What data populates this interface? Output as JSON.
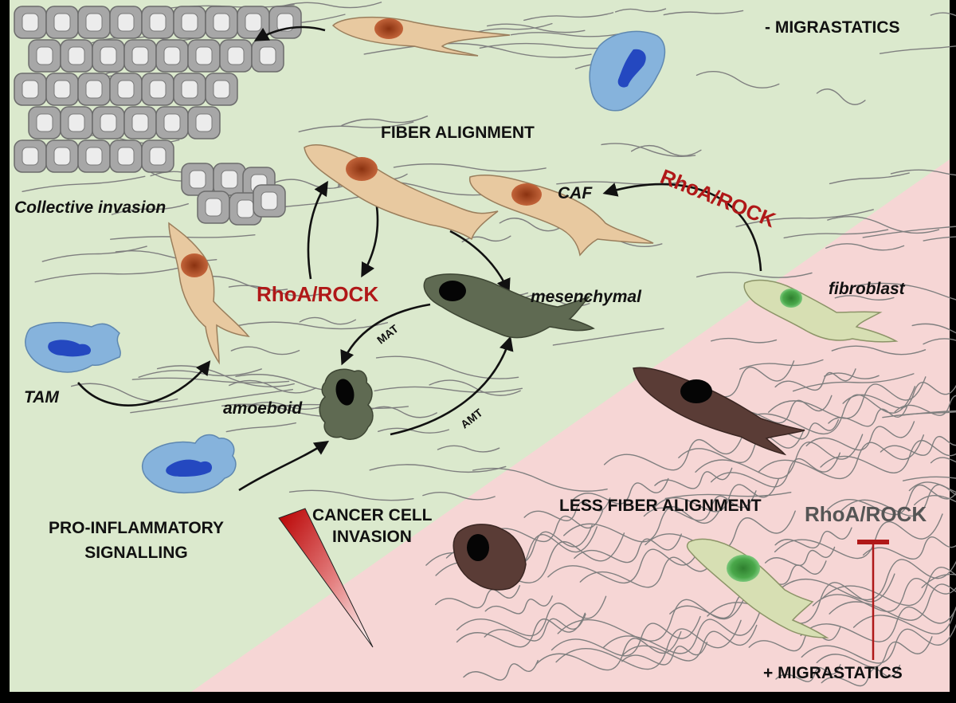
{
  "labels": {
    "minus_migrastatics": "- MIGRASTATICS",
    "plus_migrastatics": "+ MIGRASTATICS",
    "fiber_alignment": "FIBER ALIGNMENT",
    "less_fiber_alignment": "LESS FIBER ALIGNMENT",
    "collective_invasion": "Collective invasion",
    "caf": "CAF",
    "rhoa_rock_top": "RhoA/ROCK",
    "rhoa_rock_mid": "RhoA/ROCK",
    "rhoa_rock_inhibited": "RhoA/ROCK",
    "fibroblast": "fibroblast",
    "mesenchymal": "mesenchymal",
    "amoeboid": "amoeboid",
    "mat": "MAT",
    "amt": "AMT",
    "tam": "TAM",
    "pro_inflammatory_line1": "PRO-INFLAMMATORY",
    "pro_inflammatory_line2": "SIGNALLING",
    "cancer_invasion_line1": "CANCER CELL",
    "cancer_invasion_line2": "INVASION"
  },
  "colors": {
    "green_region": "#dbe9cd",
    "pink_region": "#f6d6d5",
    "fiber_line": "#7f7f7f",
    "caf_body": "#e8c9a0",
    "caf_nucleus": "#b8542a",
    "macrophage": "#86b3dc",
    "macrophage_nucleus": "#2448c0",
    "cancer_green": "#5f6a52",
    "cancer_brown": "#5a3c36",
    "fibroblast_body": "#d7dfb3",
    "fibroblast_nucleus": "#3f9b3f",
    "inhibition_red": "#b01818",
    "epithelial_gray": "#a7a7a7"
  }
}
